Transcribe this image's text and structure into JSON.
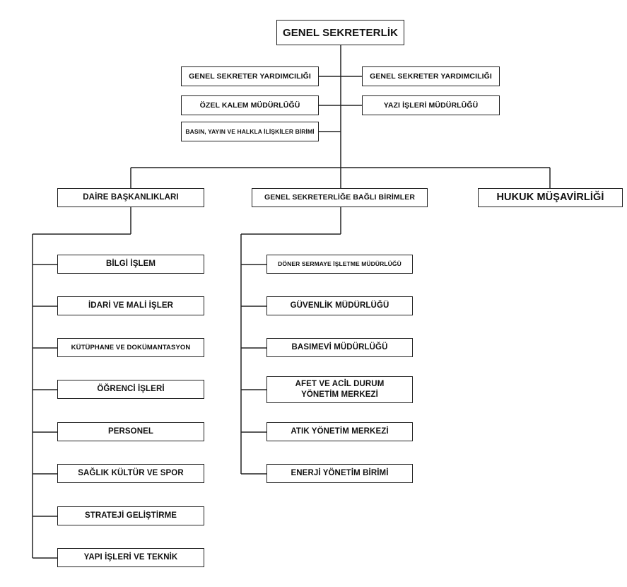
{
  "root": "GENEL SEKRETERLİK",
  "left_units": {
    "assistant": "GENEL SEKRETER YARDIMCILIĞI",
    "private_office": "ÖZEL KALEM MÜDÜRLÜĞÜ",
    "press": "BASIN, YAYIN VE HALKLA İLİŞKİLER BİRİMİ"
  },
  "right_units": {
    "assistant": "GENEL SEKRETER YARDIMCILIĞI",
    "clerical": "YAZI İŞLERİ MÜDÜRLÜĞÜ"
  },
  "branches": {
    "departments": {
      "label": "DAİRE BAŞKANLIKLARI",
      "items": [
        "BİLGİ İŞLEM",
        "İDARİ VE MALİ İŞLER",
        "KÜTÜPHANE VE DOKÜMANTASYON",
        "ÖĞRENCİ İŞLERİ",
        "PERSONEL",
        "SAĞLIK KÜLTÜR VE SPOR",
        "STRATEJİ GELİŞTİRME",
        "YAPI İŞLERİ VE TEKNİK"
      ]
    },
    "affiliated": {
      "label": "GENEL SEKRETERLİĞE BAĞLI BİRİMLER",
      "items": [
        "DÖNER SERMAYE İŞLETME MÜDÜRLÜĞÜ",
        "GÜVENLİK MÜDÜRLÜĞÜ",
        "BASIMEVİ MÜDÜRLÜĞÜ",
        "AFET VE ACİL DURUM\nYÖNETİM MERKEZİ",
        "ATIK YÖNETİM MERKEZİ",
        "ENERJİ YÖNETİM BİRİMİ"
      ]
    },
    "legal": {
      "label": "HUKUK MÜŞAVİRLİĞİ"
    }
  }
}
